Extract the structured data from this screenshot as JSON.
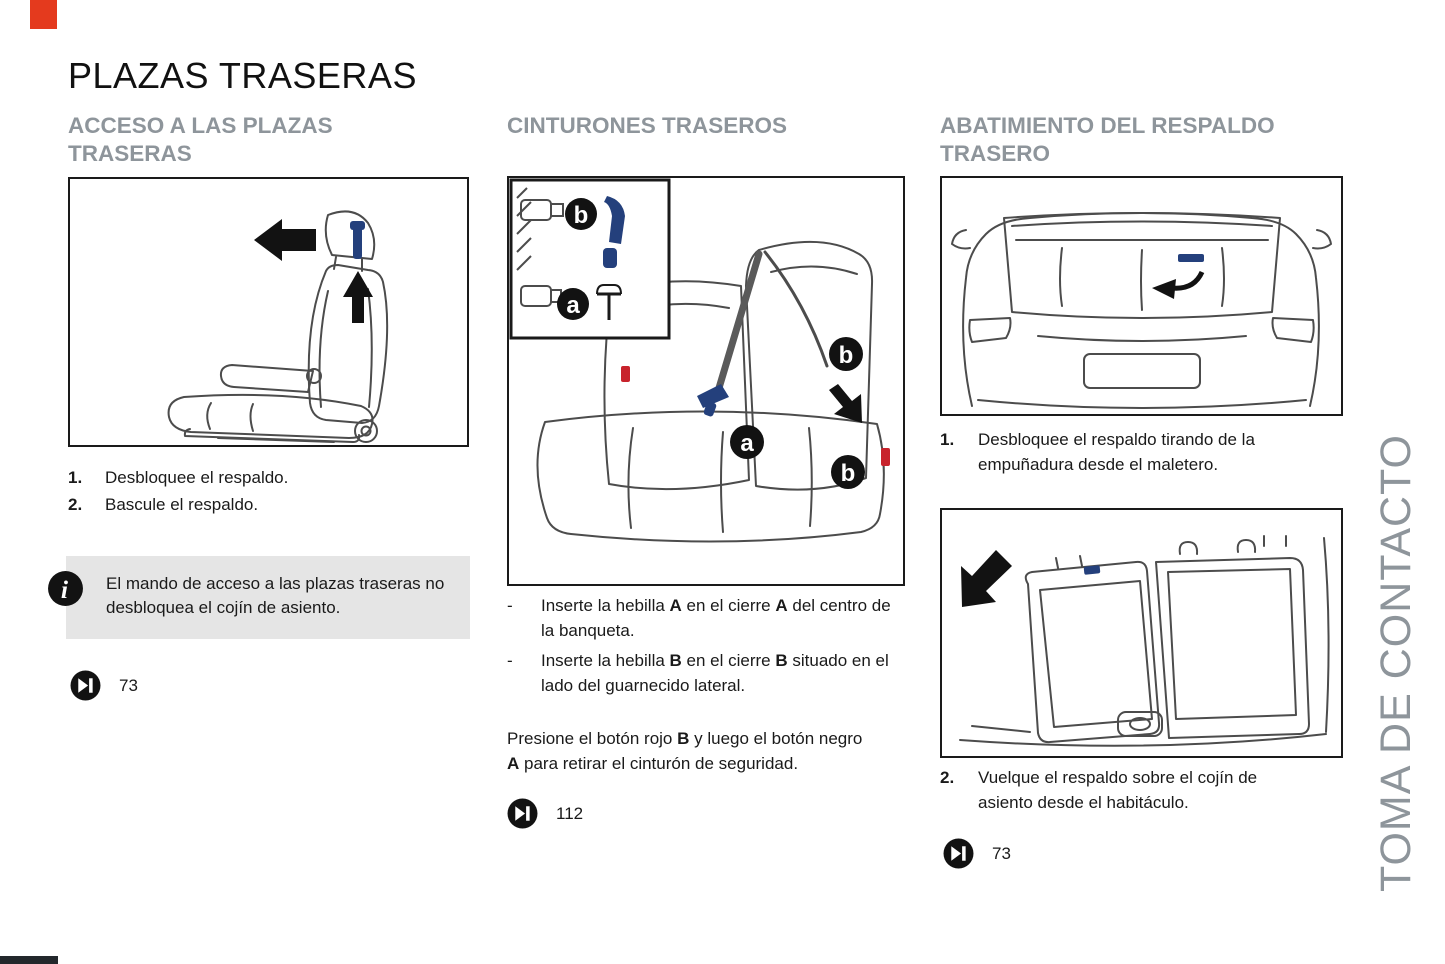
{
  "page": {
    "title": "PLAZAS TRASERAS",
    "side_tab": "TOMA DE CONTACTO"
  },
  "colors": {
    "accent_red": "#e43a1e",
    "heading_gray": "#8e959b",
    "info_box_bg": "#e5e5e5",
    "line_art": "#4c4c4c",
    "blue_detail": "#24407c",
    "label_red": "#c8232c"
  },
  "access": {
    "heading": "ACCESO A LAS PLAZAS TRASERAS",
    "steps": [
      {
        "num": "1.",
        "text": "Desbloquee el respaldo."
      },
      {
        "num": "2.",
        "text": "Bascule el respaldo."
      }
    ],
    "info_note": "El mando de acceso a las plazas traseras no desbloquea el cojín de asiento.",
    "page_ref": "73"
  },
  "belts": {
    "heading": "CINTURONES TRASEROS",
    "labels": {
      "a": "a",
      "b": "b"
    },
    "bullets": [
      {
        "dash": "-",
        "t1": "Inserte la hebilla ",
        "b1": "A",
        "t2": " en el cierre ",
        "b2": "A",
        "t3": " del centro de la banqueta."
      },
      {
        "dash": "-",
        "t1": "Inserte la hebilla ",
        "b1": "B",
        "t2": " en el cierre ",
        "b2": "B",
        "t3": " situado en el lado del guarnecido lateral."
      }
    ],
    "para": {
      "t1": "Presione el botón rojo ",
      "b1": "B",
      "t2": " y luego el botón negro ",
      "b2": "A",
      "t3": " para retirar el cinturón de seguridad."
    },
    "page_ref": "112"
  },
  "folding": {
    "heading": "ABATIMIENTO DEL RESPALDO TRASERO",
    "steps": [
      {
        "num": "1.",
        "text": "Desbloquee el respaldo tirando de la empuñadura desde el maletero."
      },
      {
        "num": "2.",
        "text": "Vuelque el respaldo sobre el cojín de asiento desde el habitáculo."
      }
    ],
    "page_ref": "73"
  }
}
